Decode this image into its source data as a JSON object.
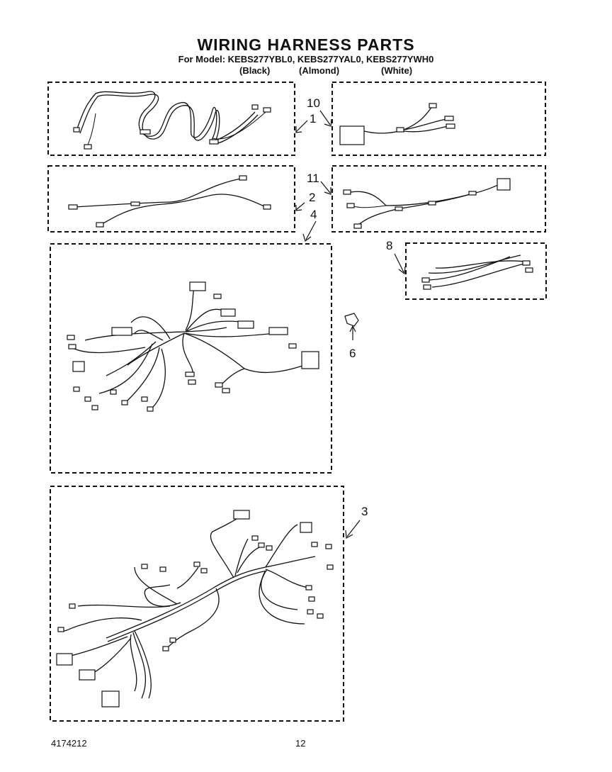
{
  "header": {
    "title": "WIRING HARNESS PARTS",
    "model_line": "For Model: KEBS277YBL0, KEBS277YAL0, KEBS277YWH0",
    "colors": [
      "(Black)",
      "(Almond)",
      "(White)"
    ]
  },
  "callouts": {
    "c1": "1",
    "c2": "2",
    "c3": "3",
    "c4": "4",
    "c6": "6",
    "c8": "8",
    "c10": "10",
    "c11": "11"
  },
  "footer": {
    "doc_number": "4174212",
    "page_number": "12"
  }
}
